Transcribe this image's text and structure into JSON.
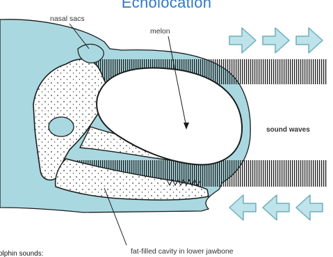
{
  "title": "Echolocation",
  "labels": {
    "nasal_sacs": "nasal sacs",
    "melon": "melon",
    "sound_waves": "sound waves",
    "fat_cavity": "fat-filled cavity in lower jawbone",
    "caption": "olphin sounds:"
  },
  "arrows": {
    "outgoing_direction": "right",
    "incoming_direction": "left",
    "count_each": 3
  },
  "colors": {
    "title": "#2f78c4",
    "head_fill": "#a9d8e0",
    "arrow_fill": "#bfe3ea",
    "arrow_stroke": "#6aaeba",
    "outline": "#111111"
  }
}
